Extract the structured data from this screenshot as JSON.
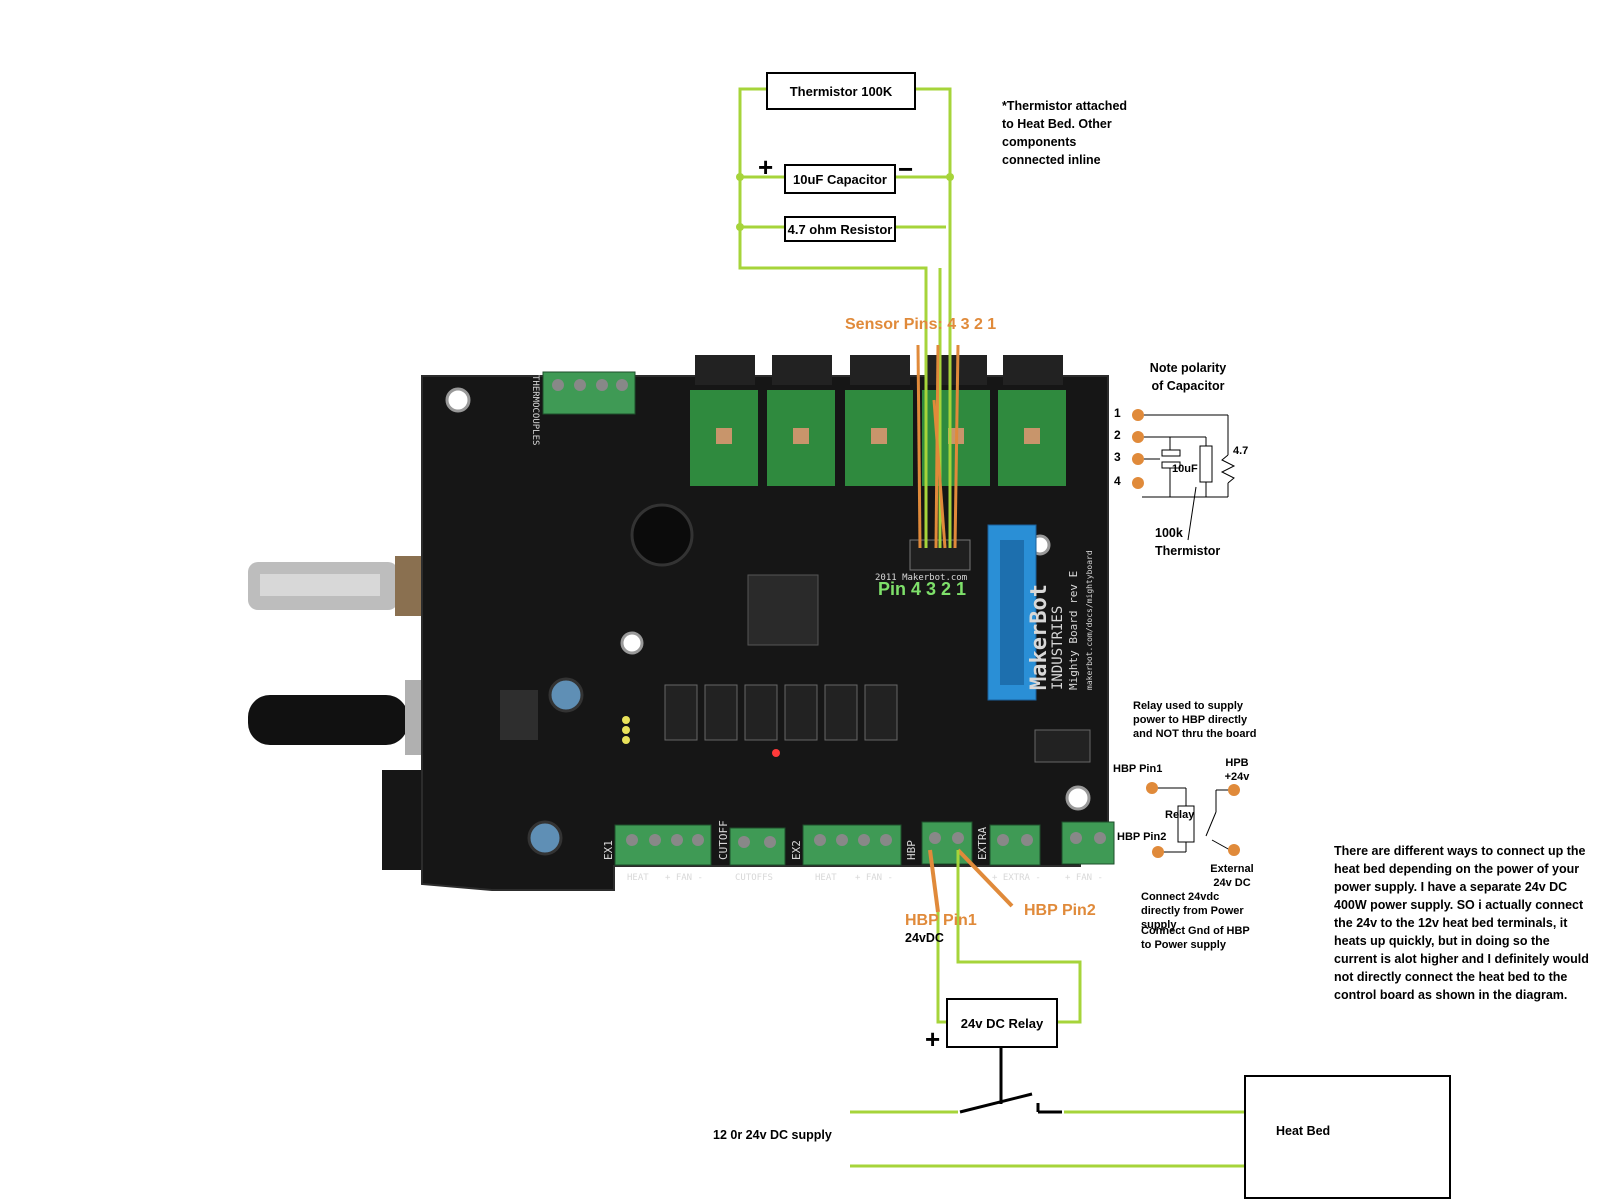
{
  "thermistor_box": "Thermistor 100K",
  "capacitor_box": "10uF Capacitor",
  "resistor_box": "4.7 ohm Resistor",
  "plus_sign": "+",
  "minus_sign": "−",
  "thermistor_note": "*Thermistor attached to Heat Bed. Other components connected inline",
  "sensor_pins_label": "Sensor Pins: 4 3 2 1",
  "pin_overlay": "Pin 4 3 2 1",
  "polarity_note": "Note polarity of Capacitor",
  "pin_numbers": [
    "1",
    "2",
    "3",
    "4"
  ],
  "cap_label": "10uF",
  "res_label": "4.7",
  "thermistor_100k": "100k Thermistor",
  "relay_used_note": "Relay used to supply power to HBP directly and NOT thru the board",
  "hbp_pin1_small": "HBP Pin1",
  "hbp_pin2_small": "HBP Pin2",
  "hpb_24v": "HPB +24v",
  "relay_small": "Relay",
  "external_24v": "External 24v DC",
  "connect_24vdc": "Connect 24vdc directly from Power supply",
  "connect_gnd": "Connect Gnd of HBP to Power supply",
  "hbp_pin1_big": "HBP Pin1",
  "hbp_pin2_big": "HBP Pin2",
  "vdc_24": "24vDC",
  "relay_box": "24v DC Relay",
  "relay_plus": "+",
  "supply_label": "12 0r 24v DC supply",
  "heat_bed": "Heat Bed",
  "right_note": "There are different ways to connect up the heat bed depending on the power of your power supply. I have a separate 24v DC 400W power supply. SO i actually connect the 24v to the 12v heat bed terminals, it heats up quickly, but in doing so the current is alot higher and I definitely would not directly connect the heat bed to the control board as shown in the diagram.",
  "board_labels": {
    "brand": "MakerBot",
    "industries": "INDUSTRIES",
    "model": "Mighty Board rev E",
    "url": "makerbot.com/docs/mightyboard",
    "thermocouples": "THERMOCOUPLES",
    "hbp": "HBP",
    "extra": "EXTRA",
    "ex1": "EX1",
    "ex2": "EX2",
    "cutoff": "CUTOFF",
    "heat": "HEAT",
    "fan": "+ FAN -",
    "cutoffs": "CUTOFFS",
    "extra_bottom": "+ EXTRA -",
    "copyright": "2011 Makerbot.com"
  },
  "colors": {
    "wire": "#a6d43a",
    "accent": "#e08a3a",
    "board": "#151515",
    "driver": "#2f8a3e",
    "ribbon_connector": "#2a8fd6",
    "terminal": "#3f9a55"
  }
}
